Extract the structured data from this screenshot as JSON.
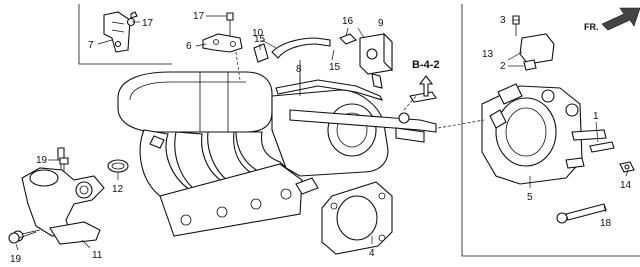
{
  "diagram": {
    "reference": "B-4-2",
    "direction_label": "FR.",
    "callouts": {
      "c1": "1",
      "c2": "2",
      "c3": "3",
      "c4": "4",
      "c5": "5",
      "c6": "6",
      "c7": "7",
      "c8": "8",
      "c9": "9",
      "c10": "10",
      "c11": "11",
      "c12": "12",
      "c13": "13",
      "c14": "14",
      "c15a": "15",
      "c15b": "15",
      "c16": "16",
      "c17a": "17",
      "c17b": "17",
      "c18": "18",
      "c19a": "19",
      "c19b": "19"
    }
  }
}
